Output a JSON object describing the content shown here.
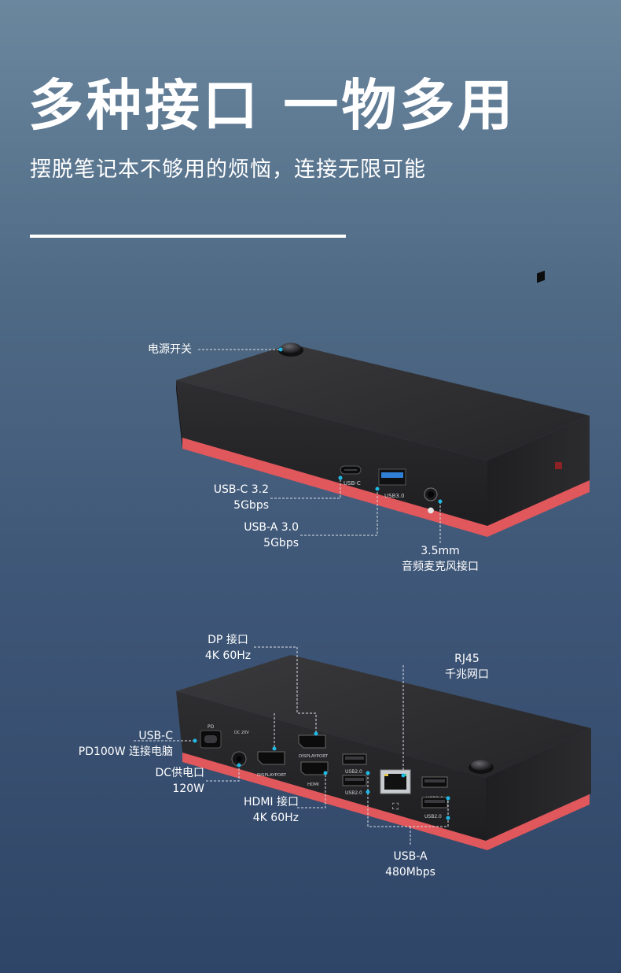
{
  "header": {
    "title": "多种接口 一物多用",
    "subtitle": "摆脱笔记本不够用的烦恼，连接无限可能"
  },
  "device_markings": {
    "front_usb_c": "USB-C",
    "front_usb3": "USB3.0",
    "rear_pd": "PD",
    "rear_dc": "DC 20V",
    "rear_displayport_1": "DISPLAYPORT",
    "rear_displayport_2": "DISPLAYPORT",
    "rear_hdmi": "HDMI",
    "rear_usb2_1": "USB2.0",
    "rear_usb2_2": "USB2.0",
    "rear_usb2_3": "USB2.0",
    "rear_usb2_4": "USB2.0"
  },
  "front_labels": {
    "power_switch": "电源开关",
    "usb_c": [
      "USB-C 3.2",
      "5Gbps"
    ],
    "usb_a": [
      "USB-A 3.0",
      "5Gbps"
    ],
    "audio": [
      "3.5mm",
      "音频麦克风接口"
    ]
  },
  "rear_labels": {
    "dp": [
      "DP 接口",
      "4K 60Hz"
    ],
    "rj45": [
      "RJ45",
      "千兆网口"
    ],
    "usb_c_pd": [
      "USB-C",
      "PD100W 连接电脑"
    ],
    "dc": [
      "DC供电口",
      "120W"
    ],
    "hdmi": [
      "HDMI 接口",
      "4K 60Hz"
    ],
    "usb_a": [
      "USB-A",
      "480Mbps"
    ]
  },
  "colors": {
    "accent_dot": "#1fb9e6",
    "chassis": "#2b2b2d",
    "base_stripe": "#e0575c",
    "leader_line": "#d8dde4"
  }
}
